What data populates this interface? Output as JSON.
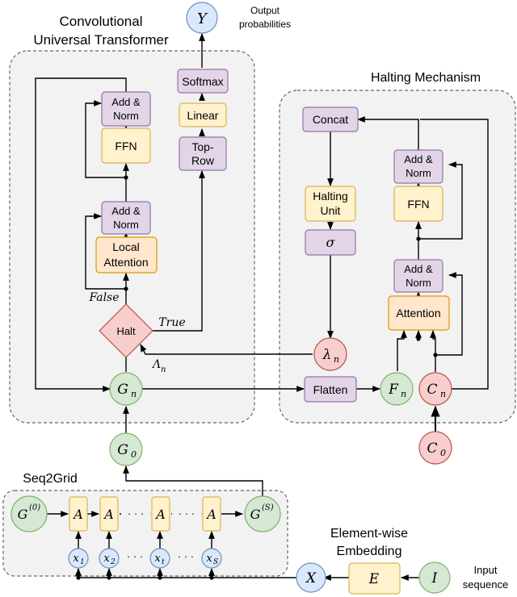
{
  "groups": {
    "cut_title_line1": "Convolutional",
    "cut_title_line2": "Universal Transformer",
    "halting_title": "Halting Mechanism",
    "seq2grid_title": "Seq2Grid",
    "embedding_title_line1": "Element-wise",
    "embedding_title_line2": "Embedding"
  },
  "output": {
    "symbol": "Y",
    "label_line1": "Output",
    "label_line2": "probabilities"
  },
  "cut": {
    "softmax": "Softmax",
    "linear": "Linear",
    "toprow_line1": "Top-",
    "toprow_line2": "Row",
    "addnorm_line1": "Add &",
    "addnorm_line2": "Norm",
    "ffn": "FFN",
    "local_attention_line1": "Local",
    "local_attention_line2": "Attention",
    "halt": "Halt",
    "false_label": "False",
    "true_label": "True",
    "big_lambda": "Λ",
    "big_lambda_sub": "n",
    "gn": "G",
    "gn_sub": "n",
    "g0": "G",
    "g0_sub": "0"
  },
  "halting": {
    "concat": "Concat",
    "halting_unit_line1": "Halting",
    "halting_unit_line2": "Unit",
    "sigma": "σ",
    "lambda": "λ",
    "lambda_sub": "n",
    "addnorm_line1": "Add &",
    "addnorm_line2": "Norm",
    "ffn": "FFN",
    "attention": "Attention",
    "flatten": "Flatten",
    "fn": "F",
    "fn_sub": "n",
    "cn": "C",
    "cn_sub": "n",
    "c0": "C",
    "c0_sub": "0"
  },
  "seq2grid": {
    "g_start": "G",
    "g_start_sup": "(0)",
    "g_end": "G",
    "g_end_sup": "(S)",
    "a_label": "A",
    "dots": "· · ·",
    "x1": "x",
    "x1_sub": "1",
    "x2": "x",
    "x2_sub": "2",
    "xt": "x",
    "xt_sub": "t",
    "xs": "x",
    "xs_sub": "S"
  },
  "embedding": {
    "x": "X",
    "e": "E",
    "i": "I",
    "input_line1": "Input",
    "input_line2": "sequence"
  }
}
